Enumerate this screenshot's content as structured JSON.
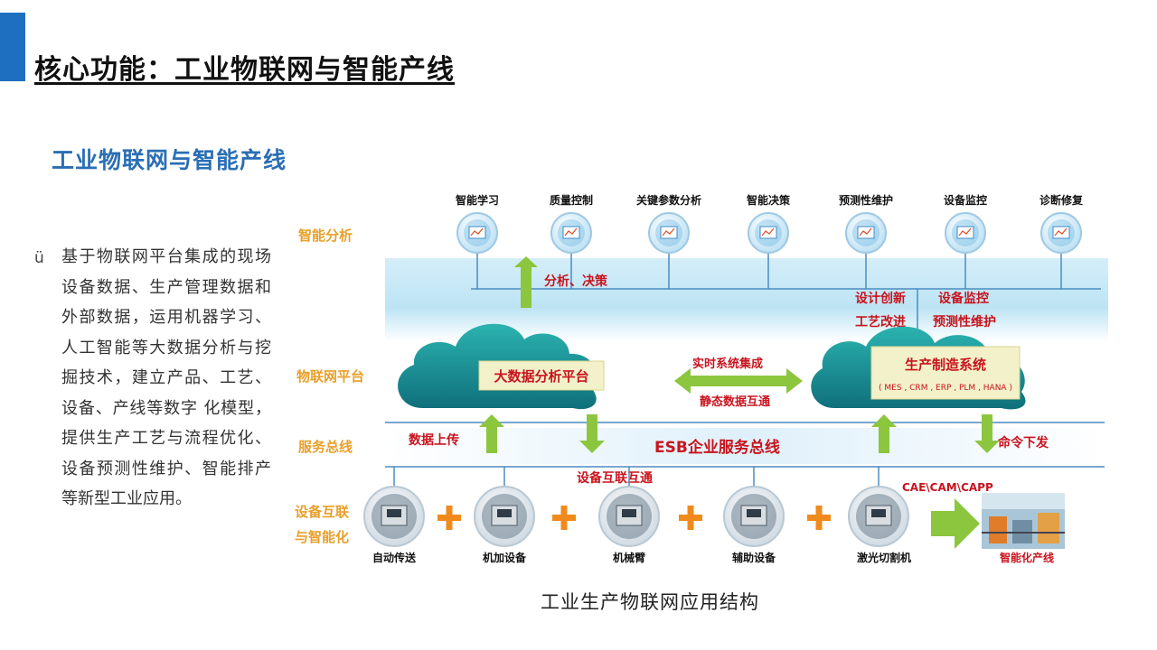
{
  "page": {
    "title": "核心功能：工业物联网与智能产线",
    "section_title": "工业物联网与智能产线",
    "bullet_mark": "ü",
    "body_text": "基于物联网平台集成的现场 设备数据、生产管理数据和 外部数据，运用机器学习、 人工智能等大数据分析与挖 掘技术，建立产品、工艺、 设备、产线等数字 化模型， 提供生产工艺与流程优化、 设备预测性维护、智能排产 等新型工业应用。",
    "caption": "工业生产物联网应用结构"
  },
  "diagram": {
    "layer_labels": {
      "analysis": "智能分析",
      "platform": "物联网平台",
      "bus": "服务总线",
      "devices": "设备互联\n与智能化"
    },
    "analysis_items": [
      {
        "label": "智能学习",
        "icon": "brain-icon"
      },
      {
        "label": "质量控制",
        "icon": "quality-chart-icon"
      },
      {
        "label": "关键参数分析",
        "icon": "parameter-chart-icon"
      },
      {
        "label": "智能决策",
        "icon": "decision-dashboard-icon"
      },
      {
        "label": "预测性维护",
        "icon": "gauge-icon"
      },
      {
        "label": "设备监控",
        "icon": "monitor-grid-icon"
      },
      {
        "label": "诊断修复",
        "icon": "recycle-icon"
      }
    ],
    "analysis_decision": "分析、决策",
    "design_innovation": "设计创新",
    "process_improvement": "工艺改进",
    "equipment_monitoring": "设备监控",
    "predictive_maintenance": "预测性维护",
    "bigdata_platform": "大数据分析平台",
    "manufacturing_system": "生产制造系统",
    "manufacturing_subsystems": "( MES , CRM , ERP , PLM , HANA )",
    "realtime_integration": "实时系统集成",
    "static_data_exchange": "静态数据互通",
    "data_upload": "数据上传",
    "command_issue": "命令下发",
    "esb_bus": "ESB企业服务总线",
    "device_interconnect": "设备互联互通",
    "cae": "CAE\\CAM\\CAPP",
    "devices": [
      {
        "label": "自动传送",
        "icon": "conveyor-icon"
      },
      {
        "label": "机加设备",
        "icon": "cnc-machine-icon"
      },
      {
        "label": "机械臂",
        "icon": "robot-arm-icon"
      },
      {
        "label": "辅助设备",
        "icon": "auxiliary-equipment-icon"
      },
      {
        "label": "激光切割机",
        "icon": "laser-cutter-icon"
      }
    ],
    "smart_line": "智能化产线",
    "colors": {
      "orange_label": "#e8a02a",
      "red_text": "#c8141e",
      "green_arrow": "#8cc63f",
      "cloud_teal": "#1a9a9a",
      "plus_orange": "#f08a1c",
      "sky_blue": "#bfe6f5"
    }
  }
}
